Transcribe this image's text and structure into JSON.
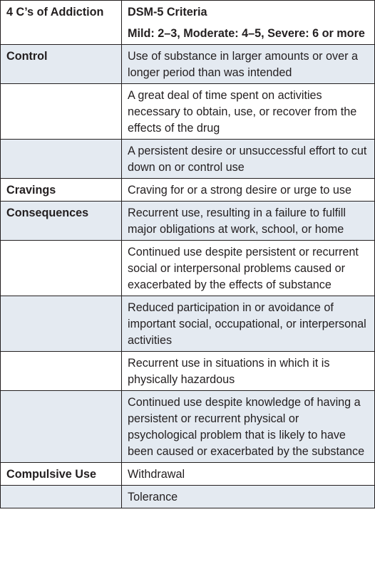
{
  "header": {
    "col1": "4 C’s of Addiction",
    "col2_title": "DSM-5 Criteria",
    "col2_subtitle": "Mild: 2–3, Moderate: 4–5, Severe: 6 or more"
  },
  "rows": [
    {
      "category": "Control",
      "criterion": "Use of substance in larger amounts or over a longer period than was intended",
      "shaded": true
    },
    {
      "category": "",
      "criterion": "A great deal of time spent on activities necessary to obtain, use, or recover from the effects of the drug",
      "shaded": false
    },
    {
      "category": "",
      "criterion": "A persistent desire or unsuccessful effort to cut down on or control use",
      "shaded": true
    },
    {
      "category": "Cravings",
      "criterion": "Craving for or a strong desire or urge to use",
      "shaded": false
    },
    {
      "category": "Consequences",
      "criterion": "Recurrent use, resulting in a failure to fulfill major obligations at work, school, or home",
      "shaded": true
    },
    {
      "category": "",
      "criterion": "Continued use despite persistent or recurrent social or interpersonal problems caused or exacerbated by the effects of substance",
      "shaded": false
    },
    {
      "category": "",
      "criterion": "Reduced participation in or avoidance of important social, occupational, or interpersonal activities",
      "shaded": true
    },
    {
      "category": "",
      "criterion": "Recurrent use in situations in which it is physically hazardous",
      "shaded": false
    },
    {
      "category": "",
      "criterion": "Continued use despite knowledge of having a persistent or recurrent physical or psychological problem that is likely to have been caused or exacerbated by the substance",
      "shaded": true
    },
    {
      "category": "Compulsive Use",
      "criterion": "Withdrawal",
      "shaded": false
    },
    {
      "category": "",
      "criterion": "Tolerance",
      "shaded": true
    }
  ]
}
